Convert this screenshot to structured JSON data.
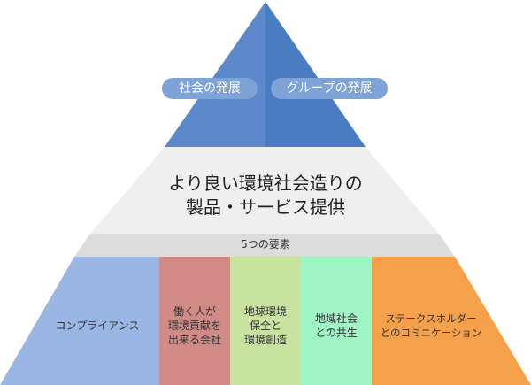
{
  "top": {
    "left_pill": "社会の発展",
    "right_pill": "グループの発展"
  },
  "middle": {
    "line1": "より良い環境社会造りの",
    "line2": "製品・サービス提供"
  },
  "band": {
    "label": "5つの要素"
  },
  "elements": [
    {
      "label": "コンプライアンス",
      "color": "#9ab6e4"
    },
    {
      "label": "働く人が\n環境貢献を\n出来る会社",
      "color": "#d28a87"
    },
    {
      "label": "地球環境\n保全と\n環境創造",
      "color": "#c8e2a0"
    },
    {
      "label": "地域社会\nとの共生",
      "color": "#9ff4c6"
    },
    {
      "label": "ステークスホルダー\nとのコミニケーション",
      "color": "#f5a04a"
    }
  ],
  "colors": {
    "top_left": "#5b89cc",
    "top_right": "#4a7cc2",
    "pill": "#7ea3d7",
    "middle": "#efefef",
    "band": "#dcdcdc"
  }
}
